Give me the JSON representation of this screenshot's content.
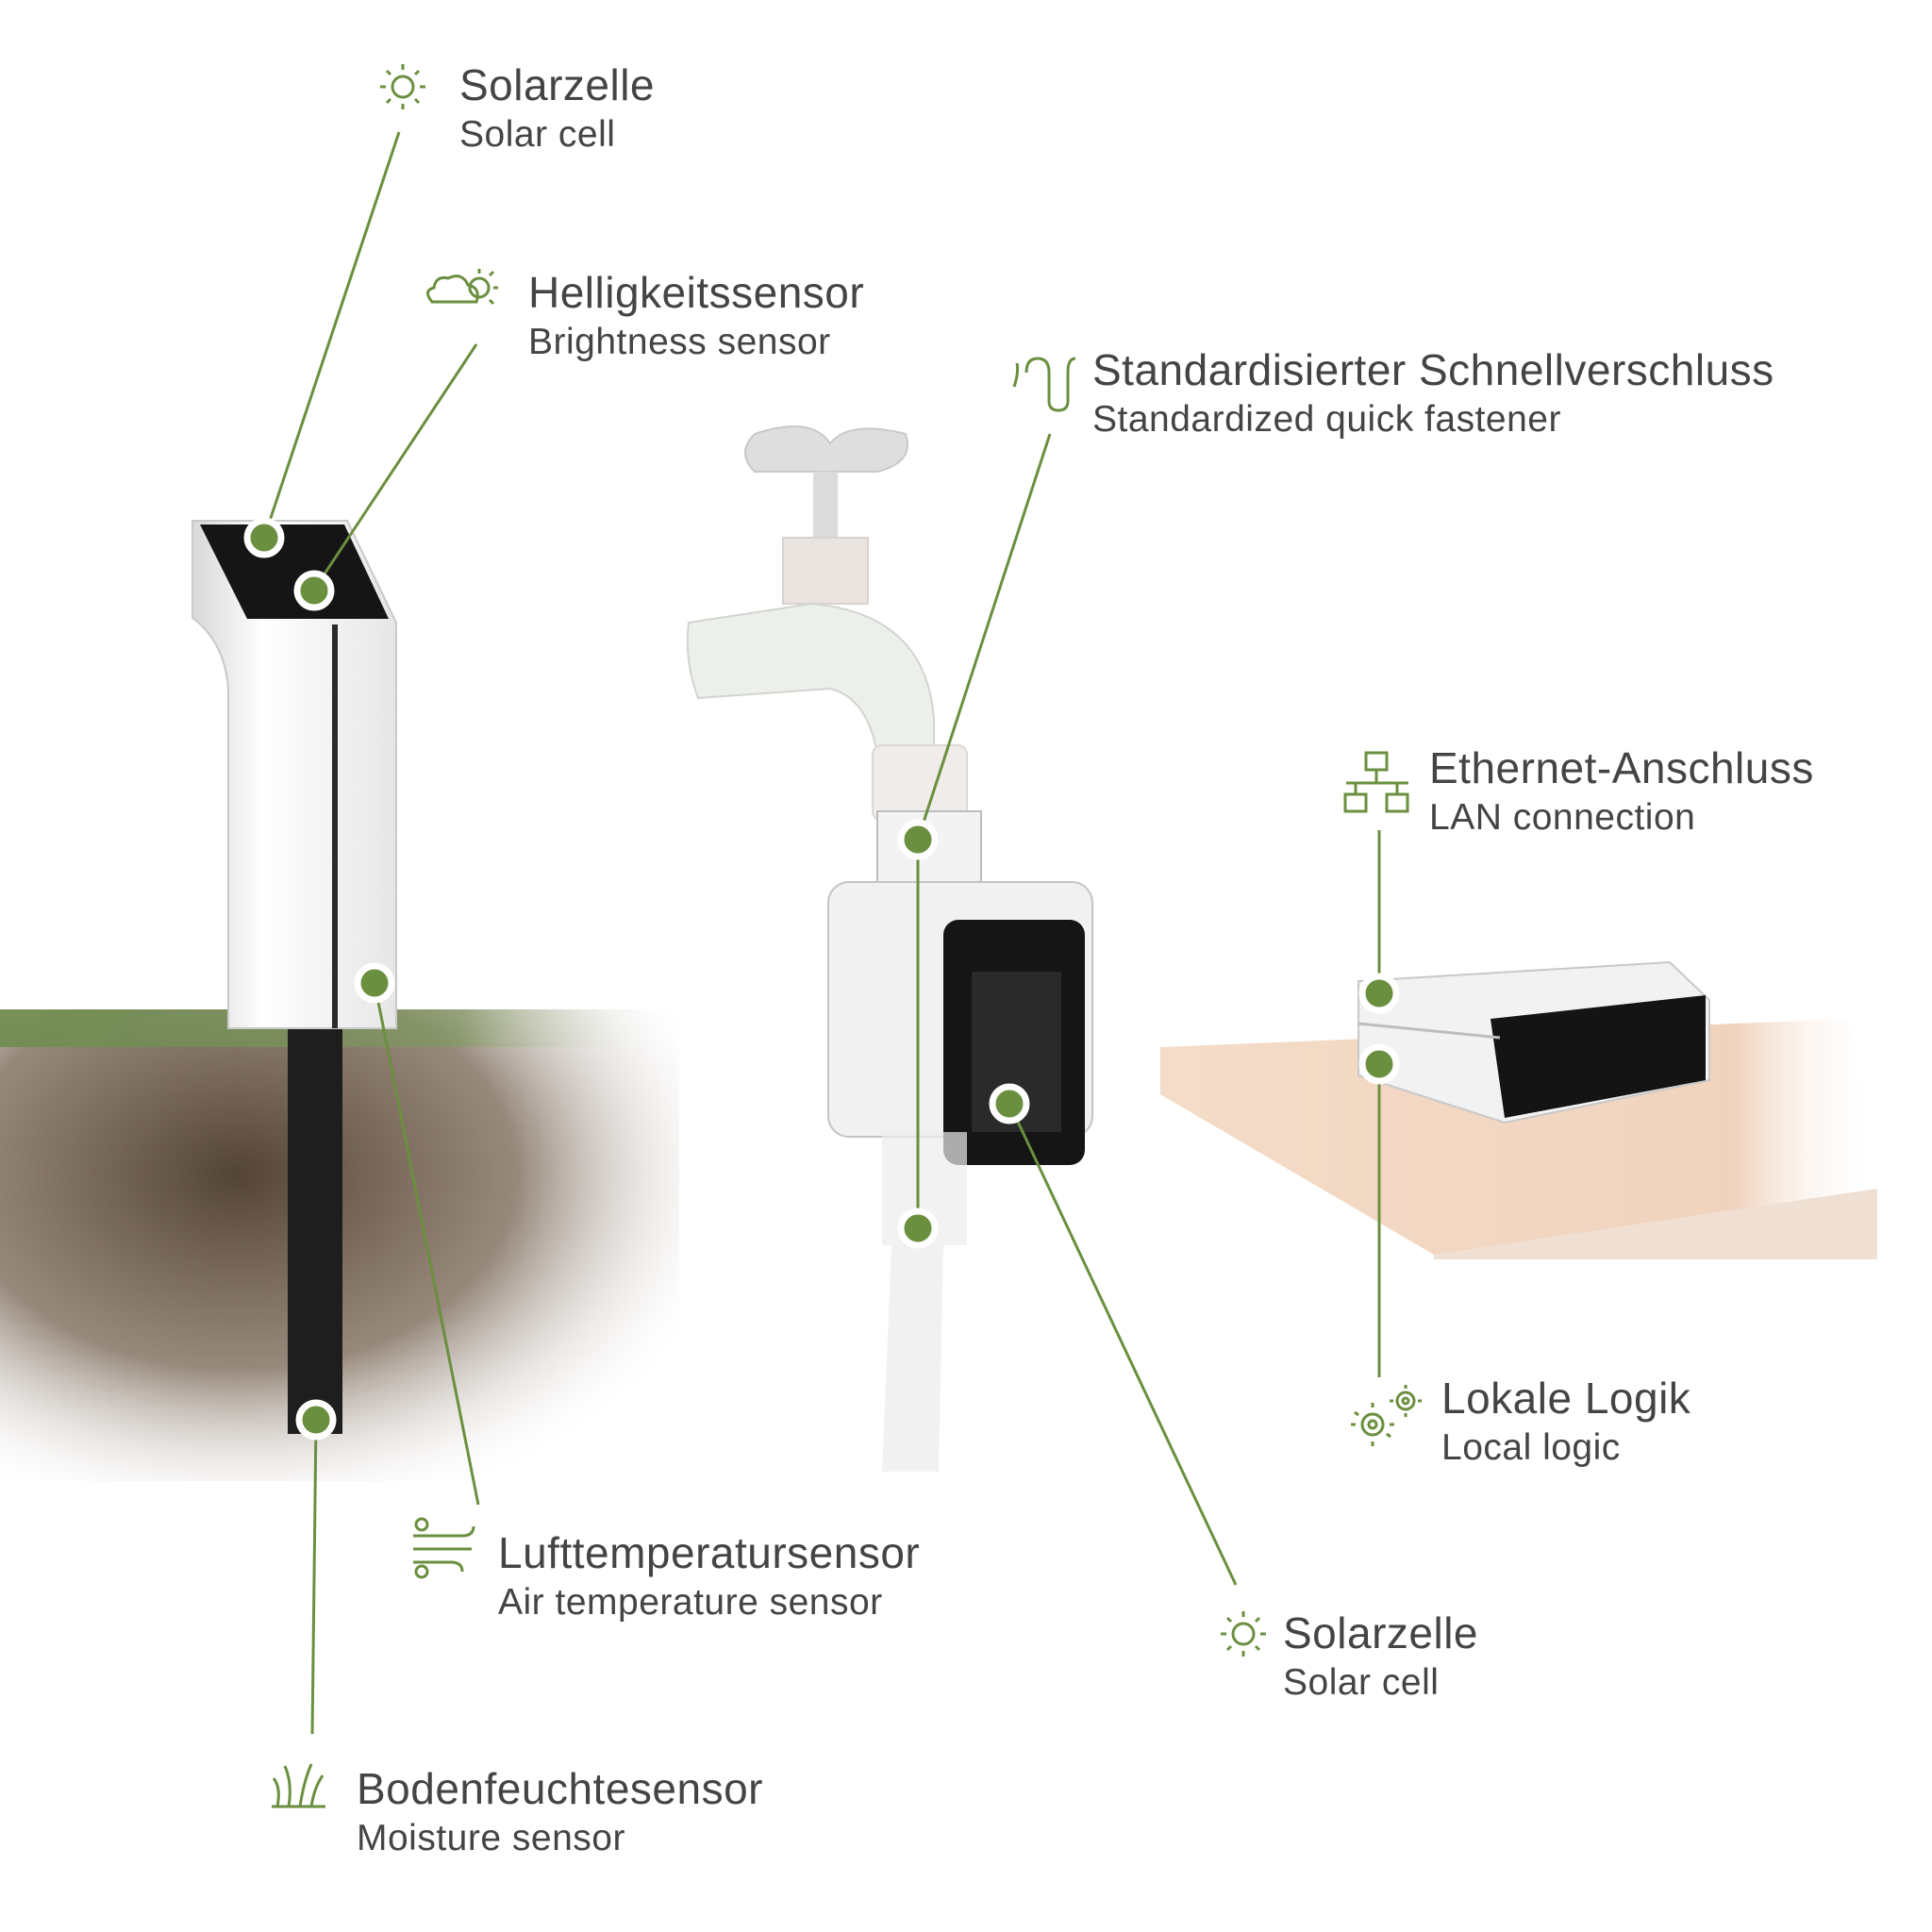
{
  "accent_color": "#6a8f3f",
  "callouts": {
    "solar_cell_sensor": {
      "de": "Solarzelle",
      "en": "Solar cell",
      "icon": "sun-icon"
    },
    "brightness_sensor": {
      "de": "Helligkeitssensor",
      "en": "Brightness sensor",
      "icon": "cloud-sun-icon"
    },
    "quick_fastener": {
      "de": "Standardisierter Schnellverschluss",
      "en": "Standardized quick fastener",
      "icon": "hose-icon"
    },
    "ethernet": {
      "de": "Ethernet-Anschluss",
      "en": "LAN connection",
      "icon": "network-icon"
    },
    "local_logic": {
      "de": "Lokale Logik",
      "en": "Local logic",
      "icon": "gears-icon"
    },
    "solar_cell_valve": {
      "de": "Solarzelle",
      "en": "Solar cell",
      "icon": "sun-icon"
    },
    "air_temperature": {
      "de": "Lufttemperatursensor",
      "en": "Air temperature sensor",
      "icon": "wind-icon"
    },
    "moisture": {
      "de": "Bodenfeuchtesensor",
      "en": "Moisture sensor",
      "icon": "grass-icon"
    }
  }
}
